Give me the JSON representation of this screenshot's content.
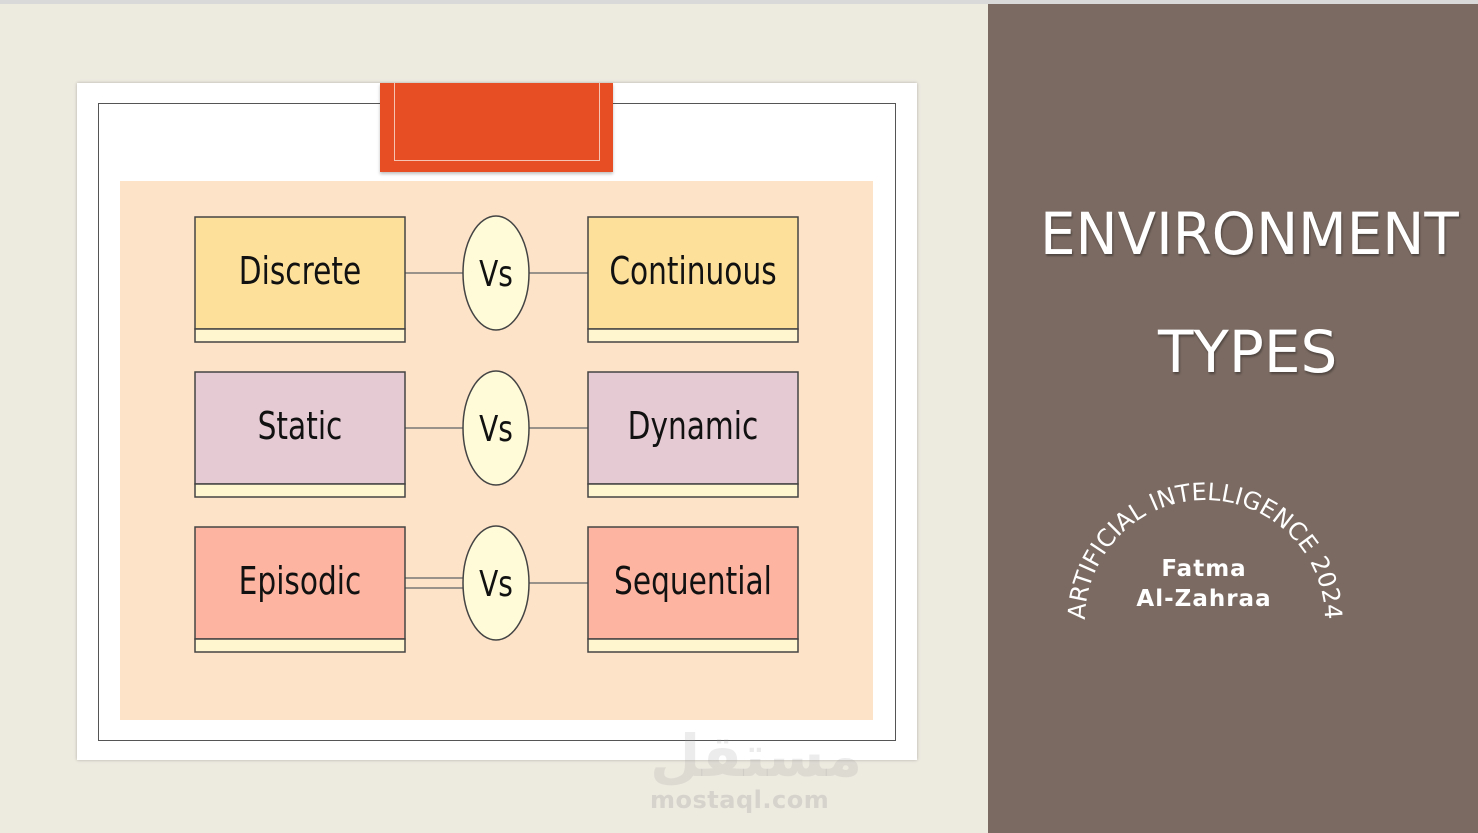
{
  "slide": {
    "title_line1": "ENVIRONMENT",
    "title_line2": "TYPES",
    "badge_arc_text": "ARTIFICIAL INTELLIGENCE 2024",
    "author_line1": "Fatma",
    "author_line2": "Al-Zahraa"
  },
  "diagram": {
    "vs_label": "Vs",
    "rows": [
      {
        "left": "Discrete",
        "right": "Continuous",
        "color": "#fde19b"
      },
      {
        "left": "Static",
        "right": "Dynamic",
        "color": "#e5c9d3"
      },
      {
        "left": "Episodic",
        "right": "Sequential",
        "color": "#fdb4a0"
      }
    ],
    "strip_color": "#fff6d0",
    "vs_fill": "#fffbd9"
  },
  "watermark": {
    "arabic": "مستقل",
    "text": "mostaql.com"
  },
  "colors": {
    "background": "#edeae0",
    "panel": "#7a6a62",
    "accent": "#e84e24",
    "diagram_bg": "#fde3c8"
  }
}
